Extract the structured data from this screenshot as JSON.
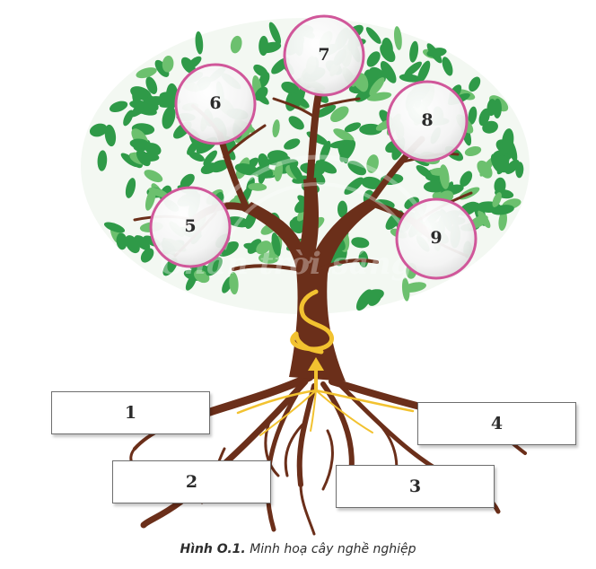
{
  "diagram": {
    "circles": [
      {
        "id": "5",
        "label": "5"
      },
      {
        "id": "6",
        "label": "6"
      },
      {
        "id": "7",
        "label": "7"
      },
      {
        "id": "8",
        "label": "8"
      },
      {
        "id": "9",
        "label": "9"
      }
    ],
    "boxes": [
      {
        "id": "1",
        "label": "1"
      },
      {
        "id": "2",
        "label": "2"
      },
      {
        "id": "3",
        "label": "3"
      },
      {
        "id": "4",
        "label": "4"
      }
    ],
    "watermark": "Chân trời sáng tạo"
  },
  "caption": {
    "figure": "Hình O.1.",
    "title": "Minh hoạ cây nghề nghiệp"
  },
  "colors": {
    "leaf": "#2f9a48",
    "leaf_light": "#6cc06e",
    "trunk": "#6b2f1a",
    "root_highlight": "#f2c230",
    "circle_border": "#d0579a"
  }
}
